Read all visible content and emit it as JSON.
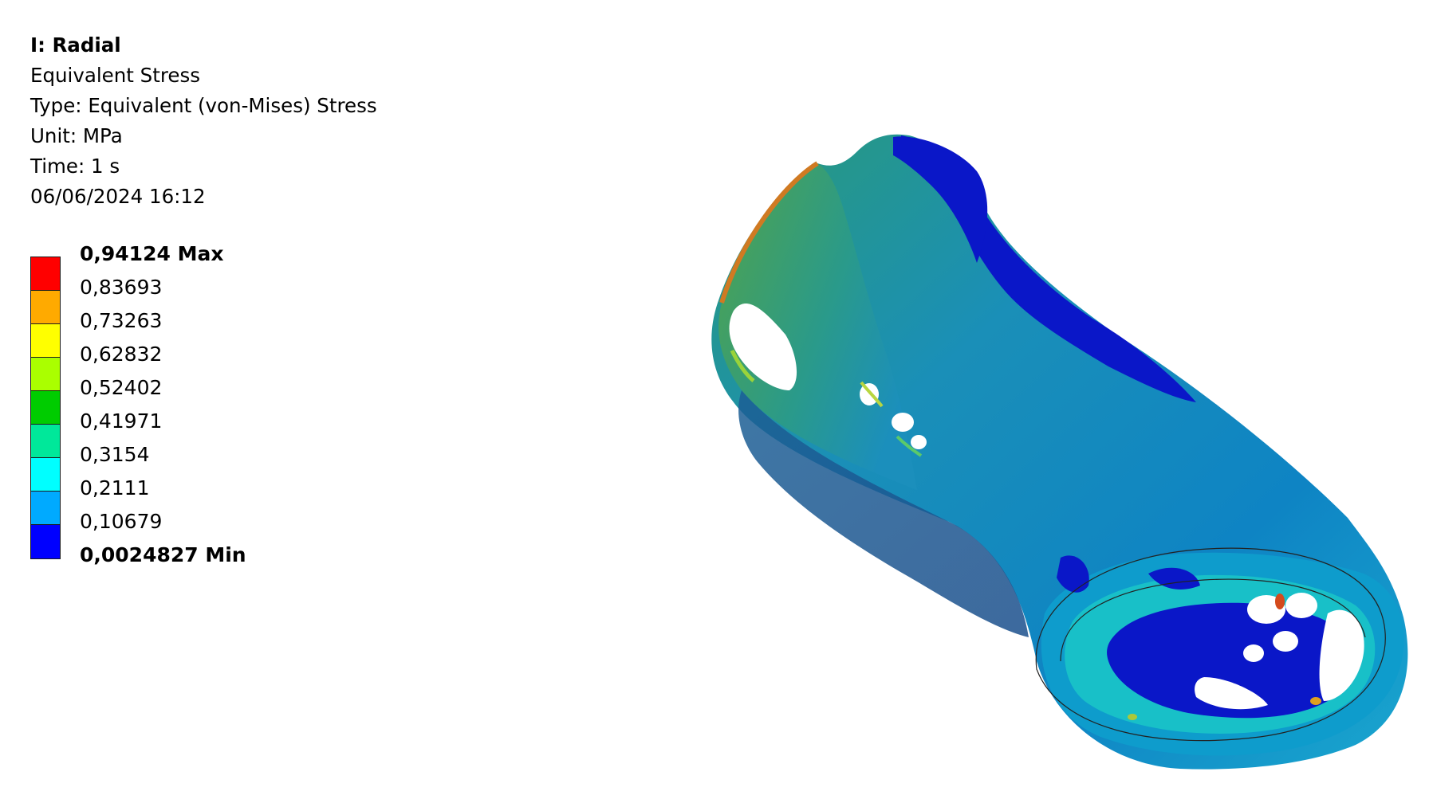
{
  "info": {
    "title": "I: Radial",
    "result_name": "Equivalent Stress",
    "type_line": "Type: Equivalent (von-Mises) Stress",
    "unit_line": "Unit: MPa",
    "time_line": "Time: 1 s",
    "timestamp": "06/06/2024 16:12"
  },
  "legend": {
    "levels": [
      {
        "label": "0,94124 Max",
        "value": 0.94124,
        "color": "#ff0000",
        "bold": true
      },
      {
        "label": "0,83693",
        "value": 0.83693,
        "color": "#ffaa00",
        "bold": false
      },
      {
        "label": "0,73263",
        "value": 0.73263,
        "color": "#ffff00",
        "bold": false
      },
      {
        "label": "0,62832",
        "value": 0.62832,
        "color": "#aaff00",
        "bold": false
      },
      {
        "label": "0,52402",
        "value": 0.52402,
        "color": "#00cc00",
        "bold": false
      },
      {
        "label": "0,41971",
        "value": 0.41971,
        "color": "#00e89a",
        "bold": false
      },
      {
        "label": "0,3154",
        "value": 0.3154,
        "color": "#00ffff",
        "bold": false
      },
      {
        "label": "0,2111",
        "value": 0.2111,
        "color": "#00aaff",
        "bold": false
      },
      {
        "label": "0,10679",
        "value": 0.10679,
        "color": "#0000ff",
        "bold": false
      },
      {
        "label": "0,0024827 Min",
        "value": 0.0024827,
        "color": "#0000ff",
        "bold": true
      }
    ],
    "band_colors": [
      "#ff0000",
      "#ffaa00",
      "#ffff00",
      "#aaff00",
      "#00cc00",
      "#00e89a",
      "#00ffff",
      "#00aaff",
      "#0000ff"
    ]
  },
  "model": {
    "object": "radial cast / orthosis mesh",
    "dominant_colors": [
      "#0f9ac4",
      "#0a7fb4",
      "#1b4fa8",
      "#0a14cc",
      "#22b8a6",
      "#2a9d6c",
      "#1db4d4"
    ]
  }
}
